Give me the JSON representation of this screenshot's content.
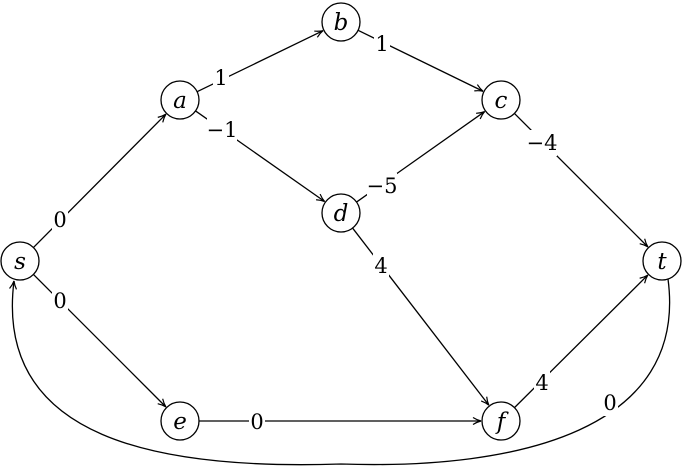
{
  "nodes": [
    {
      "id": "s",
      "label": "s"
    },
    {
      "id": "a",
      "label": "a"
    },
    {
      "id": "b",
      "label": "b"
    },
    {
      "id": "c",
      "label": "c"
    },
    {
      "id": "d",
      "label": "d"
    },
    {
      "id": "t",
      "label": "t"
    },
    {
      "id": "e",
      "label": "e"
    },
    {
      "id": "f",
      "label": "f"
    }
  ],
  "edges": [
    {
      "id": "s-a",
      "from": "s",
      "to": "a",
      "weight": "0"
    },
    {
      "id": "s-e",
      "from": "s",
      "to": "e",
      "weight": "0"
    },
    {
      "id": "a-b",
      "from": "a",
      "to": "b",
      "weight": "1"
    },
    {
      "id": "a-d",
      "from": "a",
      "to": "d",
      "weight": "−1"
    },
    {
      "id": "b-c",
      "from": "b",
      "to": "c",
      "weight": "1"
    },
    {
      "id": "d-c",
      "from": "d",
      "to": "c",
      "weight": "−5"
    },
    {
      "id": "c-t",
      "from": "c",
      "to": "t",
      "weight": "−4"
    },
    {
      "id": "d-f",
      "from": "d",
      "to": "f",
      "weight": "4"
    },
    {
      "id": "e-f",
      "from": "e",
      "to": "f",
      "weight": "0"
    },
    {
      "id": "f-t",
      "from": "f",
      "to": "t",
      "weight": "4"
    },
    {
      "id": "t-s",
      "from": "t",
      "to": "s",
      "weight": "0"
    }
  ]
}
